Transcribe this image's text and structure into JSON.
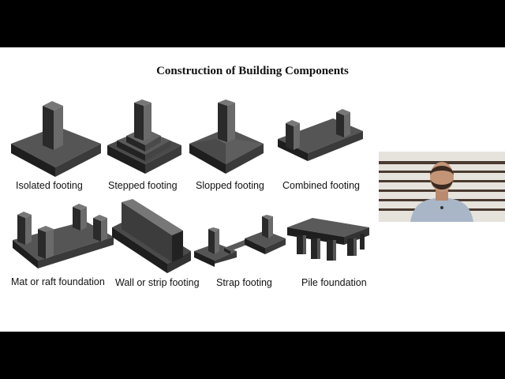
{
  "slide": {
    "title": "Construction of  Building Components",
    "items": [
      {
        "label": "Isolated footing"
      },
      {
        "label": "Stepped footing"
      },
      {
        "label": "Slopped footing"
      },
      {
        "label": "Combined footing"
      },
      {
        "label": "Mat or raft foundation"
      },
      {
        "label": "Wall or strip footing"
      },
      {
        "label": "Strap footing"
      },
      {
        "label": "Pile foundation"
      }
    ]
  },
  "webcam": {
    "icon": "presenter-video-icon"
  },
  "colors": {
    "letterbox": "#000000",
    "slide_bg": "#ffffff",
    "block_dark": "#2a2a2a",
    "block_light": "#8a8a8a"
  }
}
